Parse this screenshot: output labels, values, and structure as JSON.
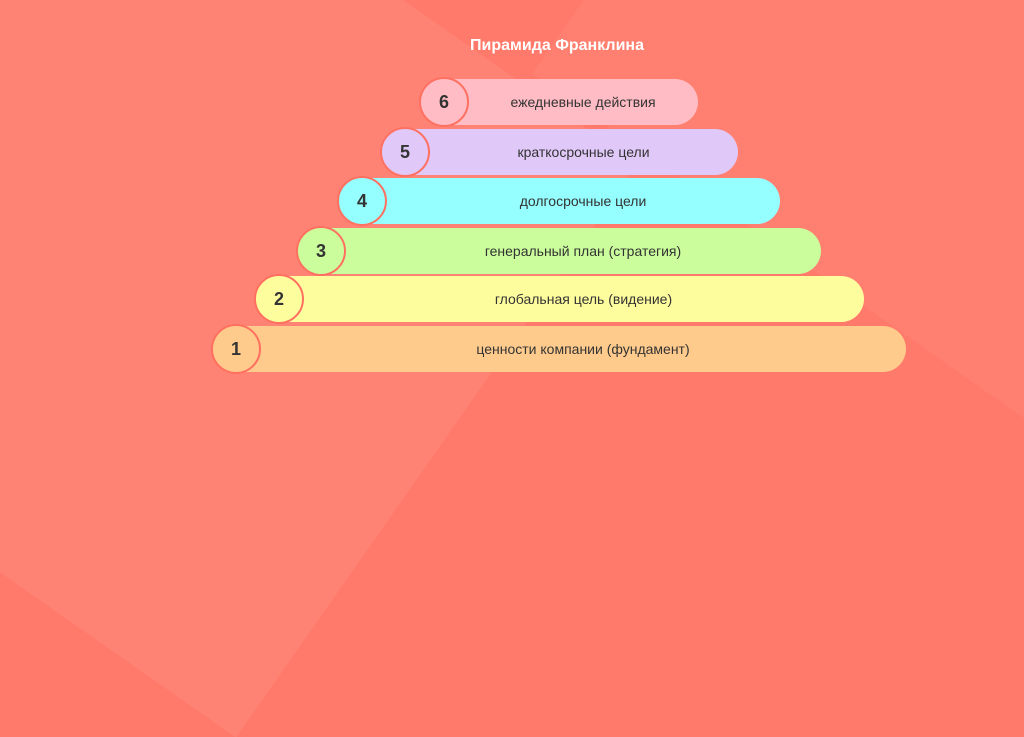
{
  "title": "Пирамида Франклина",
  "levels": [
    {
      "number": "6",
      "label": "ежедневные действия",
      "color": "#ffbcc4"
    },
    {
      "number": "5",
      "label": "краткосрочные цели",
      "color": "#e0c8f8"
    },
    {
      "number": "4",
      "label": "долгосрочные цели",
      "color": "#95fefe"
    },
    {
      "number": "3",
      "label": "генеральный план (стратегия)",
      "color": "#cbfd9c"
    },
    {
      "number": "2",
      "label": "глобальная цель (видение)",
      "color": "#fefd9e"
    },
    {
      "number": "1",
      "label": "ценности компании (фундамент)",
      "color": "#ffcb8d"
    }
  ]
}
